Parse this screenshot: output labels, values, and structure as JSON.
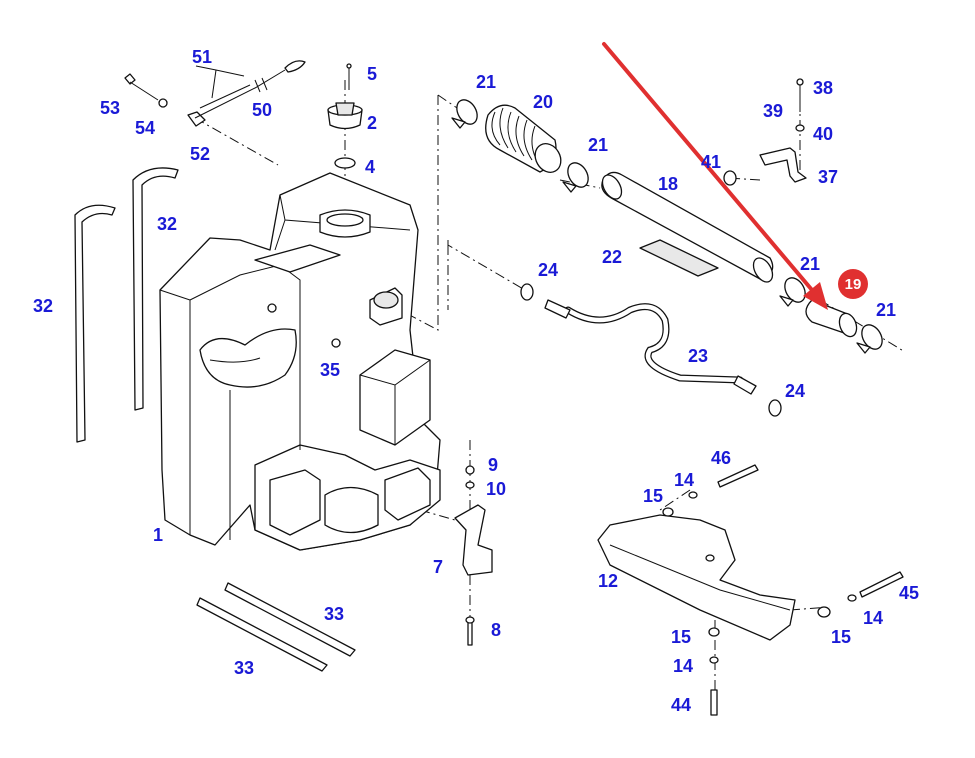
{
  "diagram": {
    "highlight_color": "#e03030",
    "label_color": "#1a1ad6",
    "highlighted_part": "19",
    "callouts": [
      {
        "id": "c51",
        "text": "51"
      },
      {
        "id": "c5",
        "text": "5"
      },
      {
        "id": "c53",
        "text": "53"
      },
      {
        "id": "c54",
        "text": "54"
      },
      {
        "id": "c50",
        "text": "50"
      },
      {
        "id": "c2",
        "text": "2"
      },
      {
        "id": "c52",
        "text": "52"
      },
      {
        "id": "c4",
        "text": "4"
      },
      {
        "id": "c21a",
        "text": "21"
      },
      {
        "id": "c20",
        "text": "20"
      },
      {
        "id": "c21b",
        "text": "21"
      },
      {
        "id": "c18",
        "text": "18"
      },
      {
        "id": "c41",
        "text": "41"
      },
      {
        "id": "c38",
        "text": "38"
      },
      {
        "id": "c39",
        "text": "39"
      },
      {
        "id": "c40",
        "text": "40"
      },
      {
        "id": "c37",
        "text": "37"
      },
      {
        "id": "c32a",
        "text": "32"
      },
      {
        "id": "c32b",
        "text": "32"
      },
      {
        "id": "c22",
        "text": "22"
      },
      {
        "id": "c24a",
        "text": "24"
      },
      {
        "id": "c21c",
        "text": "21"
      },
      {
        "id": "c21d",
        "text": "21"
      },
      {
        "id": "c35",
        "text": "35"
      },
      {
        "id": "c23",
        "text": "23"
      },
      {
        "id": "c24b",
        "text": "24"
      },
      {
        "id": "c9",
        "text": "9"
      },
      {
        "id": "c10",
        "text": "10"
      },
      {
        "id": "c46",
        "text": "46"
      },
      {
        "id": "c14a",
        "text": "14"
      },
      {
        "id": "c15a",
        "text": "15"
      },
      {
        "id": "c1",
        "text": "1"
      },
      {
        "id": "c7",
        "text": "7"
      },
      {
        "id": "c12",
        "text": "12"
      },
      {
        "id": "c45",
        "text": "45"
      },
      {
        "id": "c14b",
        "text": "14"
      },
      {
        "id": "c15b",
        "text": "15"
      },
      {
        "id": "c33a",
        "text": "33"
      },
      {
        "id": "c8",
        "text": "8"
      },
      {
        "id": "c15c",
        "text": "15"
      },
      {
        "id": "c14c",
        "text": "14"
      },
      {
        "id": "c33b",
        "text": "33"
      },
      {
        "id": "c44",
        "text": "44"
      }
    ]
  }
}
